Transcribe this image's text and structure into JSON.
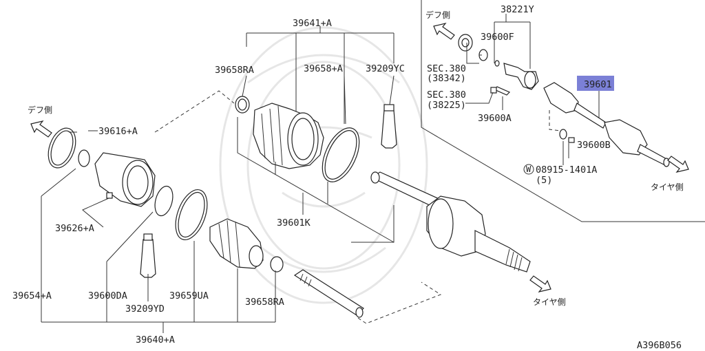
{
  "diagram_code": "A396B056",
  "labels": {
    "p39641A": "39641+A",
    "p39658RA_top": "39658RA",
    "p39658A": "39658+A",
    "p39209YC": "39209YC",
    "p39616A": "39616+A",
    "p39626A": "39626+A",
    "p39601K": "39601K",
    "p39654A": "39654+A",
    "p39600DA": "39600DA",
    "p39209YD": "39209YD",
    "p39659UA": "39659UA",
    "p39658RA_bot": "39658RA",
    "p39640A": "39640+A",
    "p38221Y": "38221Y",
    "p39600F": "39600F",
    "sec1_a": "SEC.380",
    "sec1_b": "(38342)",
    "sec2_a": "SEC.380",
    "sec2_b": "(38225)",
    "p39600A": "39600A",
    "p39601": "39601",
    "p39600B": "39600B",
    "p08915": "08915-1401A",
    "p08915_qty": "(5)",
    "washer_sym": "W"
  },
  "directions": {
    "diff_side_left": "デフ側",
    "diff_side_inset": "デフ側",
    "tire_side_main": "タイヤ側",
    "tire_side_inset": "タイヤ側"
  },
  "colors": {
    "highlight": "#7b80d6"
  }
}
